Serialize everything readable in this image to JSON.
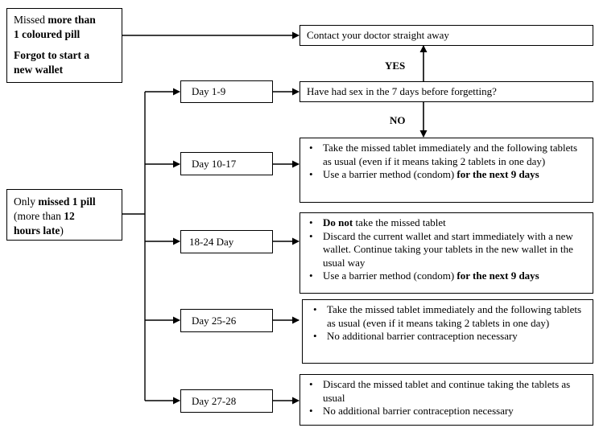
{
  "missed_more": {
    "line1_plain": "Missed ",
    "line1_bold": "more than",
    "line2_bold": "1 coloured pill",
    "forgot_line1": "Forgot to start a",
    "forgot_line2": "new wallet"
  },
  "only_missed": {
    "part1": "Only ",
    "part2_bold": "missed 1 pill",
    "part3": "(more than ",
    "part4_bold": "12",
    "part5_bold": "hours late",
    "part6": ")"
  },
  "contact_doctor": "Contact your doctor straight away",
  "question": "Have had sex in the 7 days before forgetting?",
  "yes_label": "YES",
  "no_label": "NO",
  "days": {
    "d1": "Day 1-9",
    "d2": "Day 10-17",
    "d3": "18-24 Day",
    "d4": "Day 25-26",
    "d5": "Day 27-28"
  },
  "instructions": {
    "d10_17": {
      "b1": "Take the missed tablet immediately and the following tablets as usual (even if it means taking 2 tablets in one day)",
      "b2_plain": "Use a barrier method (condom) ",
      "b2_bold": "for the next 9 days"
    },
    "d18_24": {
      "b1_bold": "Do not",
      "b1_plain": " take the missed tablet",
      "b2": "Discard the current wallet and start immediately with a new wallet. Continue taking your tablets in the new wallet in the usual way",
      "b3_plain": "Use a barrier method (condom) ",
      "b3_bold": "for the next 9 days"
    },
    "d25_26": {
      "b1": "Take the missed tablet immediately and the following tablets as usual (even if it means taking 2 tablets in one day)",
      "b2": "No additional barrier contraception  necessary"
    },
    "d27_28": {
      "b1": "Discard the missed tablet and continue taking the tablets as usual",
      "b2": "No additional barrier contraception  necessary"
    }
  }
}
